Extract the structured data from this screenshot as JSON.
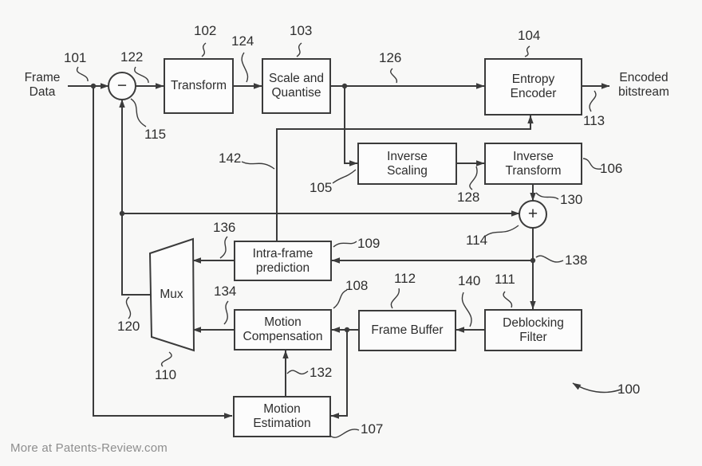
{
  "watermark": "More at Patents-Review.com",
  "colors": {
    "line": "#3b3b3b",
    "text": "#2e2e2e",
    "watermark_text": "#8e8e8e",
    "background": "#f8f8f7",
    "box_fill": "#fcfcfc"
  },
  "figure": {
    "io": {
      "frame_data": {
        "lines": [
          "Frame",
          "Data"
        ],
        "ref": "101"
      },
      "encoded_bitstream": {
        "lines": [
          "Encoded",
          "bitstream"
        ],
        "ref": "113"
      }
    },
    "blocks": {
      "transform": {
        "lines": [
          "Transform"
        ],
        "ref": "102"
      },
      "scale_quantise": {
        "lines": [
          "Scale and",
          "Quantise"
        ],
        "ref": "103"
      },
      "entropy_encoder": {
        "lines": [
          "Entropy",
          "Encoder"
        ],
        "ref": "104"
      },
      "inverse_scaling": {
        "lines": [
          "Inverse",
          "Scaling"
        ],
        "ref": "105"
      },
      "inverse_transform": {
        "lines": [
          "Inverse",
          "Transform"
        ],
        "ref": "106"
      },
      "motion_estimation": {
        "lines": [
          "Motion",
          "Estimation"
        ],
        "ref": "107"
      },
      "motion_compensation": {
        "lines": [
          "Motion",
          "Compensation"
        ],
        "ref": "108"
      },
      "intra_prediction": {
        "lines": [
          "Intra-frame",
          "prediction"
        ],
        "ref": "109"
      },
      "mux": {
        "lines": [
          "Mux"
        ],
        "ref": "110"
      },
      "deblocking_filter": {
        "lines": [
          "Deblocking",
          "Filter"
        ],
        "ref": "111"
      },
      "frame_buffer": {
        "lines": [
          "Frame Buffer"
        ],
        "ref": "112"
      }
    },
    "operators": {
      "adder": {
        "symbol": "+",
        "ref": "114"
      },
      "subtractor": {
        "symbol": "−",
        "ref": "115"
      }
    },
    "signal_refs": {
      "overall": "100",
      "mux_output": "120",
      "residual": "122",
      "transform_out": "124",
      "quantised": "126",
      "rescaled": "128",
      "inverse_out": "130",
      "motion_vectors": "132",
      "inter_prediction": "134",
      "intra_out": "136",
      "reconstructed": "138",
      "filtered": "140",
      "intra_to_entropy": "142"
    }
  }
}
